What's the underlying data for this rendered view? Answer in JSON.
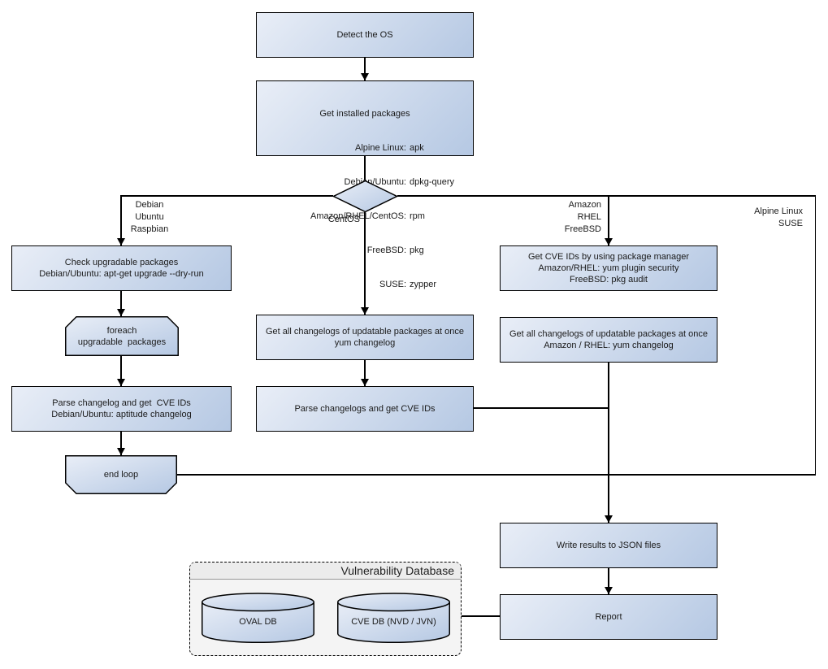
{
  "colors": {
    "node-fill-light": "#e9eef7",
    "node-fill-dark": "#b5c8e3",
    "node-border": "#000000",
    "line": "#000000",
    "db-panel-fill": "#f4f4f4",
    "db-header-fill": "#ececec"
  },
  "flow": {
    "detect_os": "Detect the OS",
    "get_installed_packages": {
      "title": "Get installed packages",
      "rows": [
        {
          "label": "Alpine Linux:",
          "value": "apk"
        },
        {
          "label": "Debian/Ubuntu:",
          "value": "dpkg-query"
        },
        {
          "label": "Amazon/RHEL/CentOS:",
          "value": "rpm"
        },
        {
          "label": "FreeBSD:",
          "value": "pkg"
        },
        {
          "label": "SUSE:",
          "value": "zypper"
        }
      ]
    },
    "branches": {
      "debian": "Debian\nUbuntu\nRaspbian",
      "centos": "CentOS",
      "amazon": "Amazon\nRHEL\nFreeBSD",
      "alpine": "Alpine Linux\nSUSE"
    },
    "check_upgradable": "Check upgradable packages\nDebian/Ubuntu: apt-get upgrade --dry-run",
    "foreach_loop": "foreach\nupgradable  packages",
    "parse_changelog_debian": "Parse changelog and get  CVE IDs\nDebian/Ubuntu: aptitude changelog",
    "end_loop": "end loop",
    "get_changelogs_yum": "Get all changelogs of updatable packages at once\nyum changelog",
    "parse_changelogs": "Parse changelogs and get CVE IDs",
    "get_cve_ids": "Get CVE IDs by using package manager\nAmazon/RHEL: yum plugin security\nFreeBSD: pkg audit",
    "get_changelogs_amazon": "Get all changelogs of updatable packages at once\nAmazon / RHEL: yum changelog",
    "write_results": "Write results to JSON files",
    "report": "Report"
  },
  "database": {
    "title": "Vulnerability Database",
    "cylinders": [
      {
        "label": "OVAL DB"
      },
      {
        "label": "CVE DB (NVD / JVN)"
      }
    ]
  }
}
